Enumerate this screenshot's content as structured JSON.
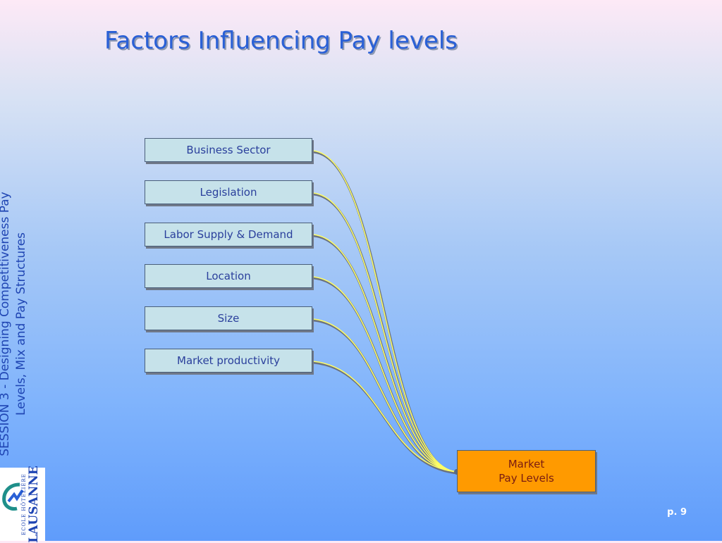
{
  "slide": {
    "title": "Factors Influencing Pay levels",
    "side_text_line1": "SESSION 3 -  Designing Competitiveness Pay",
    "side_text_line2": "Levels, Mix and Pay Structures",
    "page_number": "p. 9"
  },
  "diagram": {
    "factors": [
      {
        "label": "Business Sector"
      },
      {
        "label": "Legislation"
      },
      {
        "label": "Labor Supply & Demand"
      },
      {
        "label": "Location"
      },
      {
        "label": "Size"
      },
      {
        "label": "Market productivity"
      }
    ],
    "target_line1": "Market",
    "target_line2": "Pay Levels"
  },
  "logo": {
    "small_text": "ECOLE HÔTELIÈRE",
    "big_text": "LAUSANNE"
  },
  "colors": {
    "title": "#2a60d6",
    "factor_box": "#c6e2ea",
    "target_box": "#ff9a00",
    "connector": "#ffff66"
  }
}
